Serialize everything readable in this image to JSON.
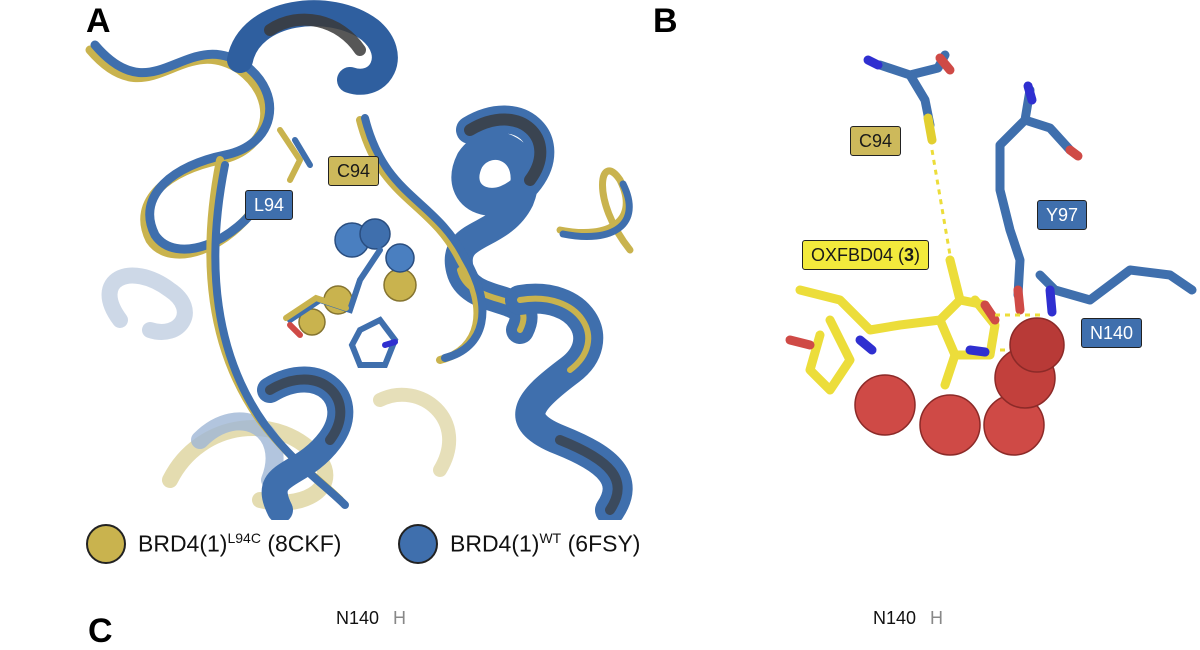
{
  "panels": {
    "a": "A",
    "b": "B",
    "c": "C"
  },
  "panel_a": {
    "labels": {
      "c94": "C94",
      "l94": "L94"
    }
  },
  "panel_b": {
    "labels": {
      "c94": "C94",
      "y97": "Y97",
      "n140": "N140",
      "ligand_prefix": "OXFBD04 (",
      "ligand_num": "3",
      "ligand_suffix": ")"
    }
  },
  "legend": [
    {
      "color": "#c9b34e",
      "name": "BRD4(1)",
      "sup": "L94C",
      "suffix": " (8CKF)"
    },
    {
      "color": "#3f6fad",
      "name": "BRD4(1)",
      "sup": "WT",
      "suffix": " (6FSY)"
    }
  ],
  "bottom": {
    "left_label": "N140",
    "left_h": "H",
    "right_label": "N140",
    "right_h": "H"
  },
  "colors": {
    "gold": "#c9b34e",
    "blue": "#3f6fad",
    "yellow": "#ecdd3a",
    "water": "#cf4a46"
  }
}
